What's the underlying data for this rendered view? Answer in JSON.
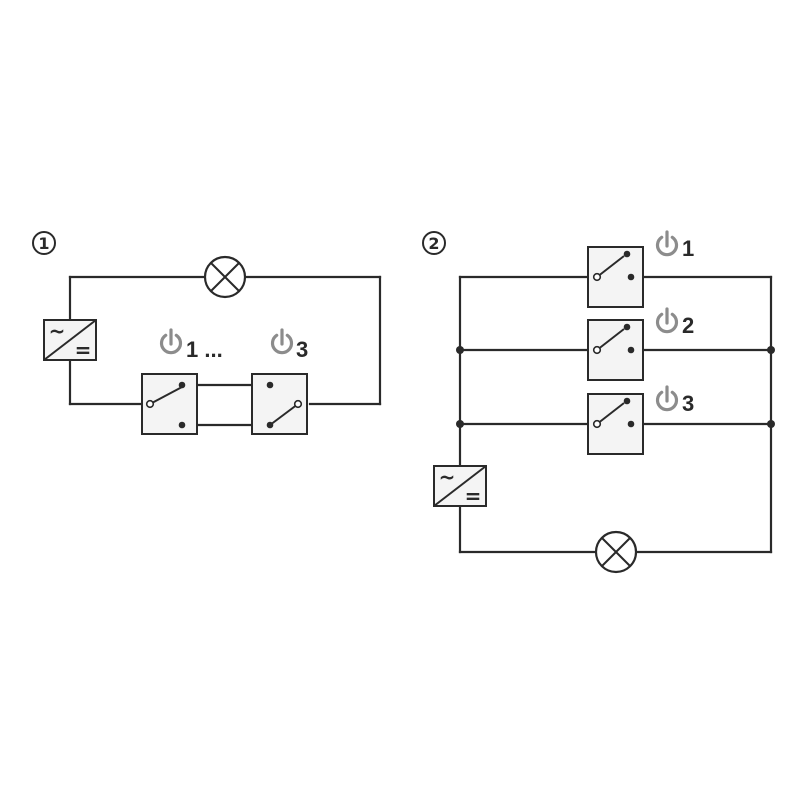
{
  "diagram1": {
    "marker": "1",
    "switch_labels": [
      "1 ...",
      "3"
    ]
  },
  "diagram2": {
    "marker": "2",
    "switch_labels": [
      "1",
      "2",
      "3"
    ]
  },
  "power_supply": {
    "ac_symbol": "~",
    "dc_symbol": "="
  },
  "colors": {
    "line": "#2a2a2a",
    "power_icon": "#8c8c8c",
    "box_fill": "#f4f4f4"
  }
}
